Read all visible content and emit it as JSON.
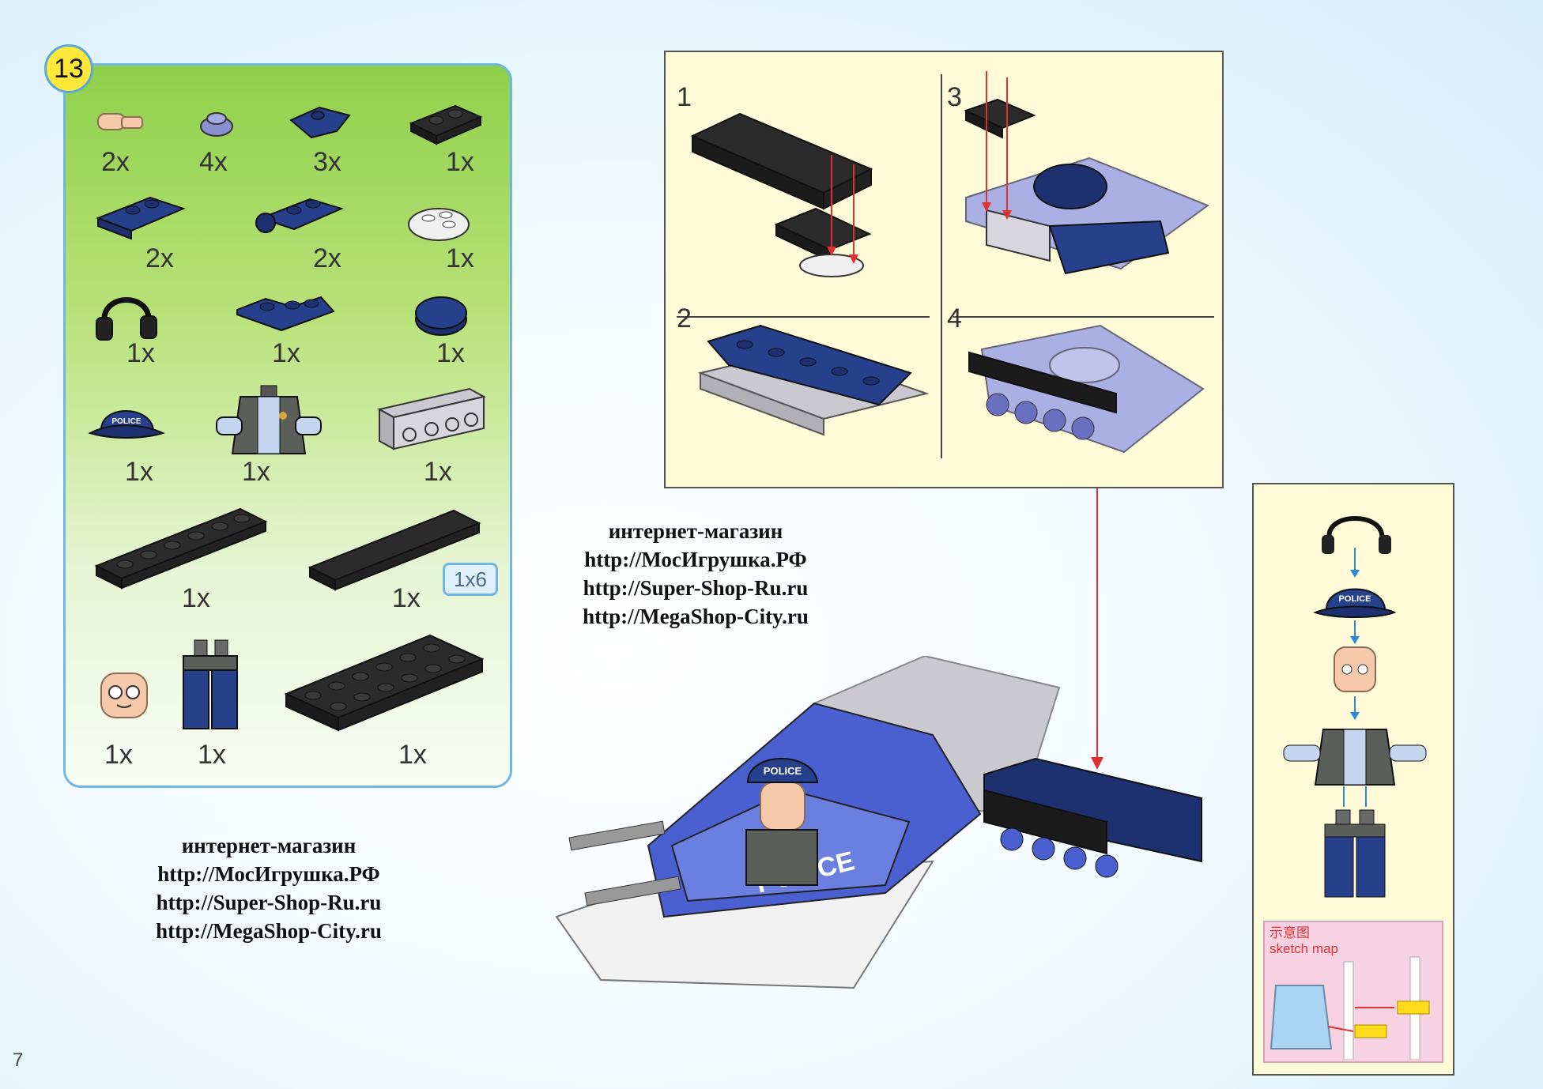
{
  "parts_panel": {
    "step_number": "13",
    "parts": [
      {
        "name": "hand",
        "qty": "2x"
      },
      {
        "name": "round-plate-1x1",
        "qty": "4x"
      },
      {
        "name": "slope-wedge",
        "qty": "3x"
      },
      {
        "name": "plate-1x2",
        "qty": "1x"
      },
      {
        "name": "hinge-plate-1x2",
        "qty": "2x"
      },
      {
        "name": "hinge-plate-claw",
        "qty": "2x"
      },
      {
        "name": "round-plate-2x2",
        "qty": "1x"
      },
      {
        "name": "headset",
        "qty": "1x"
      },
      {
        "name": "corner-plate",
        "qty": "1x"
      },
      {
        "name": "round-tile-2x2",
        "qty": "1x"
      },
      {
        "name": "police-cap",
        "qty": "1x"
      },
      {
        "name": "minifig-torso",
        "qty": "1x"
      },
      {
        "name": "bracket-1x4",
        "qty": "1x"
      },
      {
        "name": "plate-1x6",
        "qty": "1x"
      },
      {
        "name": "tile-1x6",
        "qty": "1x"
      },
      {
        "name": "minifig-head",
        "qty": "1x"
      },
      {
        "name": "minifig-legs",
        "qty": "1x"
      },
      {
        "name": "plate-2x6",
        "qty": "1x"
      }
    ],
    "size_callout": "1x6"
  },
  "build_steps": {
    "step_labels": [
      "1",
      "2",
      "3",
      "4"
    ]
  },
  "hero_model": {
    "cap_text": "POLICE",
    "hull_text": "POLICE"
  },
  "sketch_panel": {
    "cap_text": "POLICE",
    "sketch_title_cn": "示意图",
    "sketch_title_en": "sketch map"
  },
  "watermarks": [
    {
      "lines": [
        "интернет-магазин",
        "http://МосИгрушка.РФ",
        "http://Super-Shop-Ru.ru",
        "http://MegaShop-City.ru"
      ]
    },
    {
      "lines": [
        "интернет-магазин",
        "http://МосИгрушка.РФ",
        "http://Super-Shop-Ru.ru",
        "http://MegaShop-City.ru"
      ]
    }
  ],
  "page_number": "7",
  "colors": {
    "brick_black": "#1b1b1b",
    "brick_blue": "#27408b",
    "brick_gray": "#c9c9cf",
    "panel_green": "#8fd04a",
    "panel_yellow": "#fffbd8",
    "arrow_red": "#e03030",
    "arrow_blue": "#2a8ad6"
  }
}
